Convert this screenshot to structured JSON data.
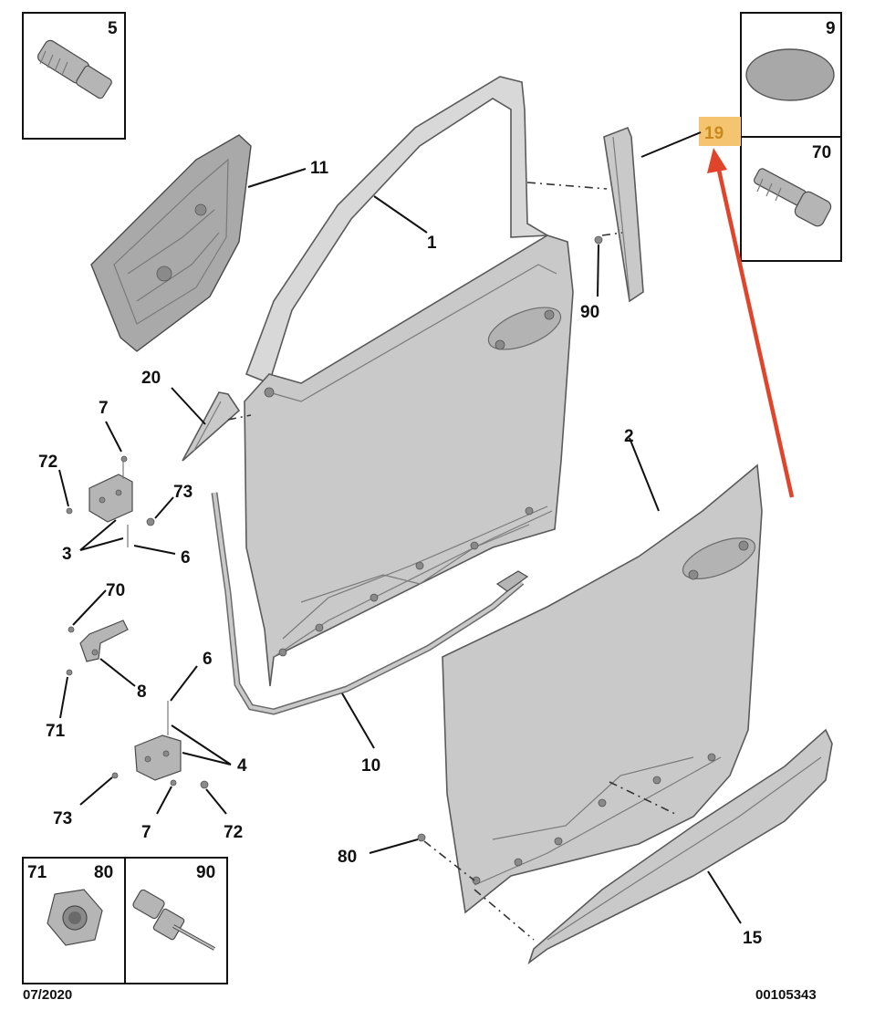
{
  "diagram": {
    "callouts": {
      "c1": "1",
      "c2": "2",
      "c3": "3",
      "c4": "4",
      "c6a": "6",
      "c6b": "6",
      "c7a": "7",
      "c7b": "7",
      "c8": "8",
      "c10": "10",
      "c11": "11",
      "c15": "15",
      "c19": "19",
      "c20": "20",
      "c70": "70",
      "c71": "71",
      "c72a": "72",
      "c72b": "72",
      "c73a": "73",
      "c73b": "73",
      "c80": "80",
      "c90": "90"
    },
    "part_boxes": {
      "box5": "5",
      "box9": "9",
      "box70": "70",
      "box71": "71",
      "box80": "80",
      "box90": "90"
    },
    "footer": {
      "date": "07/2020",
      "reference": "00105343"
    },
    "colors": {
      "highlight": "#f4c470",
      "highlight_text": "#c98a1c",
      "arrow": "#e0452b",
      "part_fill": "#c9c9c9"
    }
  }
}
